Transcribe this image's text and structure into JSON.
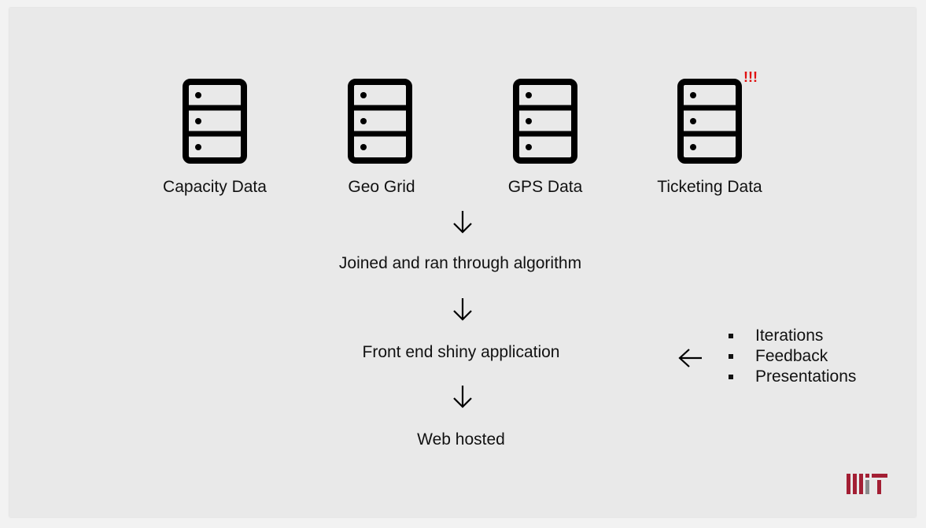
{
  "sources": [
    {
      "label": "Capacity Data",
      "icon": "database-server-icon",
      "alert": ""
    },
    {
      "label": "Geo Grid",
      "icon": "database-server-icon",
      "alert": ""
    },
    {
      "label": "GPS Data",
      "icon": "database-server-icon",
      "alert": ""
    },
    {
      "label": "Ticketing Data",
      "icon": "database-server-icon",
      "alert": "!!!"
    }
  ],
  "flow": {
    "step1": "Joined and ran through algorithm",
    "step2": "Front end shiny application",
    "step3": "Web hosted"
  },
  "feedback": {
    "arrow_icon": "arrow-left-icon",
    "items": [
      "Iterations",
      "Feedback",
      "Presentations"
    ]
  },
  "colors": {
    "alert": "#e01010",
    "logo_red": "#a31f34",
    "logo_gray": "#8a8b8c",
    "background": "#e9e9e9"
  }
}
